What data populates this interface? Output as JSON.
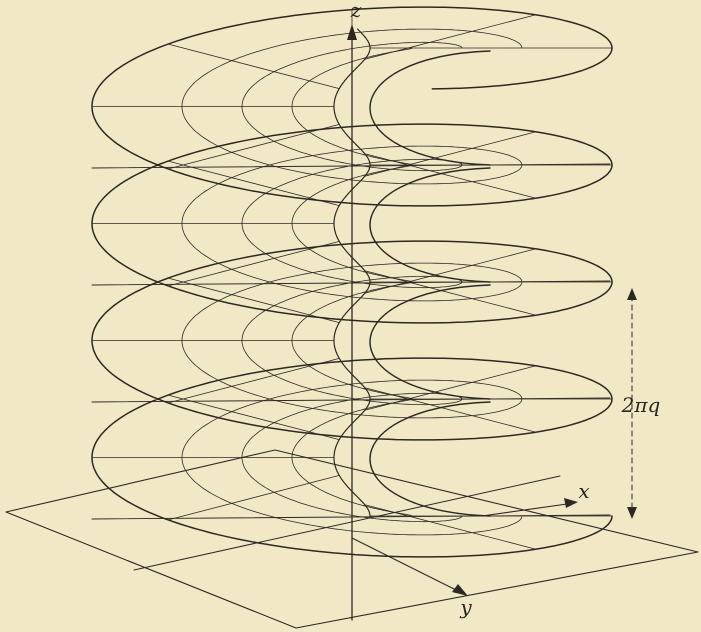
{
  "figure": {
    "axis_labels": {
      "z": "z",
      "x": "x",
      "y": "y"
    },
    "period_label": "2πq"
  },
  "colors": {
    "paper": "#f1e9c6",
    "ink": "#2b2924"
  }
}
